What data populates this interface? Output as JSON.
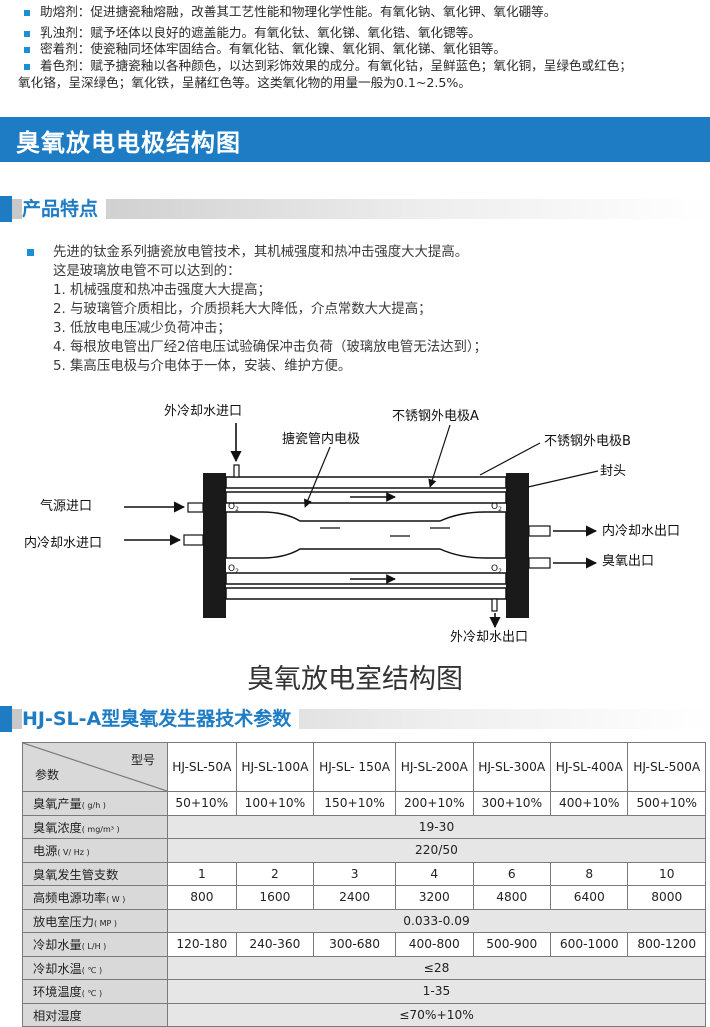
{
  "top_list": [
    {
      "text": "助熔剂：促进搪瓷釉熔融，改善其工艺性能和物理化学性能。有氧化钠、氧化钾、氧化硼等。",
      "bullet": true
    },
    {
      "text": "乳浊剂：赋予坯体以良好的遮盖能力。有氧化钛、氧化锑、氧化锆、氧化锶等。",
      "bullet": true
    },
    {
      "text": "密着剂：使瓷釉同坯体牢固结合。有氧化钴、氧化镍、氧化铜、氧化锑、氧化钼等。",
      "bullet": true
    },
    {
      "text": "着色剂：赋予搪瓷釉以各种颜色，以达到彩饰效果的成分。有氧化钴，呈鲜蓝色；氧化铜，呈绿色或红色；",
      "bullet": true
    },
    {
      "text": "氧化铬，呈深绿色；氧化铁，呈赭红色等。这类氧化物的用量一般为0.1~2.5%。",
      "bullet": false
    }
  ],
  "banner_title": "臭氧放电电极结构图",
  "features": {
    "heading": "产品特点",
    "lines": [
      "先进的钛金系列搪瓷放电管技术，其机械强度和热冲击强度大大提高。",
      "这是玻璃放电管不可以达到的：",
      "1. 机械强度和热冲击强度大大提高；",
      "2. 与玻璃管介质相比，介质损耗大大降低，介点常数大大提高；",
      "3. 低放电电压减少负荷冲击；",
      "4. 每根放电管出厂经2倍电压试验确保冲击负荷（玻璃放电管无法达到）；",
      "5. 集高压电极与介电体于一体，安装、维护方便。"
    ]
  },
  "diagram": {
    "labels": {
      "outer_coolant_in": "外冷却水进口",
      "enamel_inner_electrode": "搪瓷管内电极",
      "ss_outer_electrode_a": "不锈钢外电极A",
      "ss_outer_electrode_b": "不锈钢外电极B",
      "end_cap": "封头",
      "gas_inlet": "气源进口",
      "inner_coolant_in": "内冷却水进口",
      "inner_coolant_out": "内冷却水出口",
      "ozone_outlet": "臭氧出口",
      "outer_coolant_out": "外冷却水出口",
      "o2": "O"
    },
    "caption": "臭氧放电室结构图"
  },
  "spec": {
    "heading": "HJ-SL-A型臭氧发生器技术参数",
    "corner_top": "型号",
    "corner_bottom": "参数",
    "models": [
      "HJ-SL-50A",
      "HJ-SL-100A",
      "HJ-SL- 150A",
      "HJ-SL-200A",
      "HJ-SL-300A",
      "HJ-SL-400A",
      "HJ-SL-500A"
    ],
    "rows": [
      {
        "label": "臭氧产量",
        "unit": "( g/h )",
        "values": [
          "50+10%",
          "100+10%",
          "150+10%",
          "200+10%",
          "300+10%",
          "400+10%",
          "500+10%"
        ]
      },
      {
        "label": "臭氧浓度",
        "unit": "( mg/m³ )",
        "merged": "19-30"
      },
      {
        "label": "电源",
        "unit": "( V/ Hz )",
        "merged": "220/50"
      },
      {
        "label": "臭氧发生管支数",
        "unit": "",
        "values": [
          "1",
          "2",
          "3",
          "4",
          "6",
          "8",
          "10"
        ]
      },
      {
        "label": "高频电源功率",
        "unit": "( W )",
        "values": [
          "800",
          "1600",
          "2400",
          "3200",
          "4800",
          "6400",
          "8000"
        ]
      },
      {
        "label": "放电室压力",
        "unit": "( MP )",
        "merged": "0.033-0.09"
      },
      {
        "label": "冷却水量",
        "unit": "( L/H )",
        "values": [
          "120-180",
          "240-360",
          "300-680",
          "400-800",
          "500-900",
          "600-1000",
          "800-1200"
        ]
      },
      {
        "label": "冷却水温",
        "unit": "( ℃ )",
        "merged": "≤28"
      },
      {
        "label": "环境温度",
        "unit": "( ℃ )",
        "merged": "1-35"
      },
      {
        "label": "相对湿度",
        "unit": "",
        "merged": "≤70%+10%"
      }
    ]
  },
  "colors": {
    "accent": "#1e7cc4",
    "bullet": "#1a8fd6",
    "header_gray": "#d9d9d9"
  }
}
